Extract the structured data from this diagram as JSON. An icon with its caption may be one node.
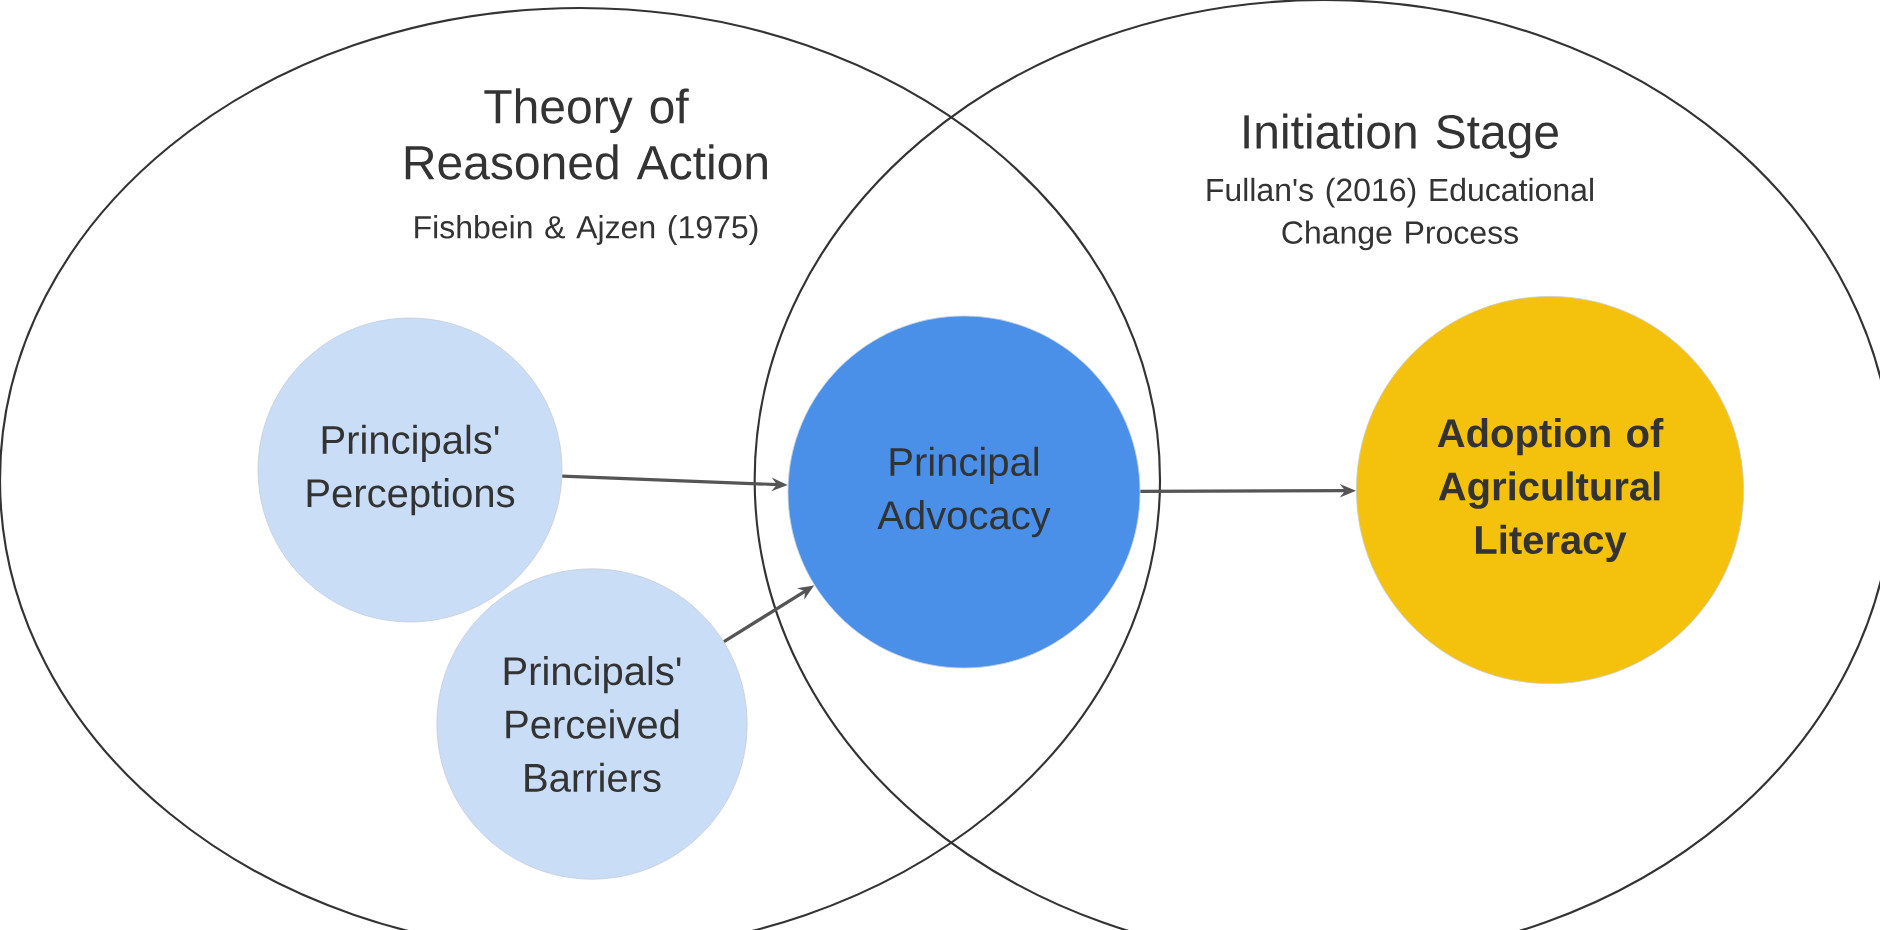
{
  "diagram": {
    "nodes": [
      {
        "text": [
          "Theory of Reasoned Action",
          "Fishbein & Ajzen (1975)"
        ]
      },
      {
        "text": [
          "Initiation Stage",
          "Fullan's (2016) Educational Change Process"
        ]
      },
      {
        "text": [
          "Principals' Perceptions"
        ],
        "in": 0
      },
      {
        "text": [
          "Principal Advocacy"
        ]
      },
      {
        "text": [
          "Principals' Perceived Barriers"
        ],
        "in": 0
      },
      {
        "text": [
          "Adoption of Agricultural Literacy"
        ],
        "in": 1
      }
    ],
    "edges": [
      {
        "from": 2,
        "to": 3,
        "arrow": "to"
      },
      {
        "from": 4,
        "to": 3,
        "arrow": "to"
      },
      {
        "from": 3,
        "to": 5,
        "arrow": "to"
      }
    ]
  }
}
